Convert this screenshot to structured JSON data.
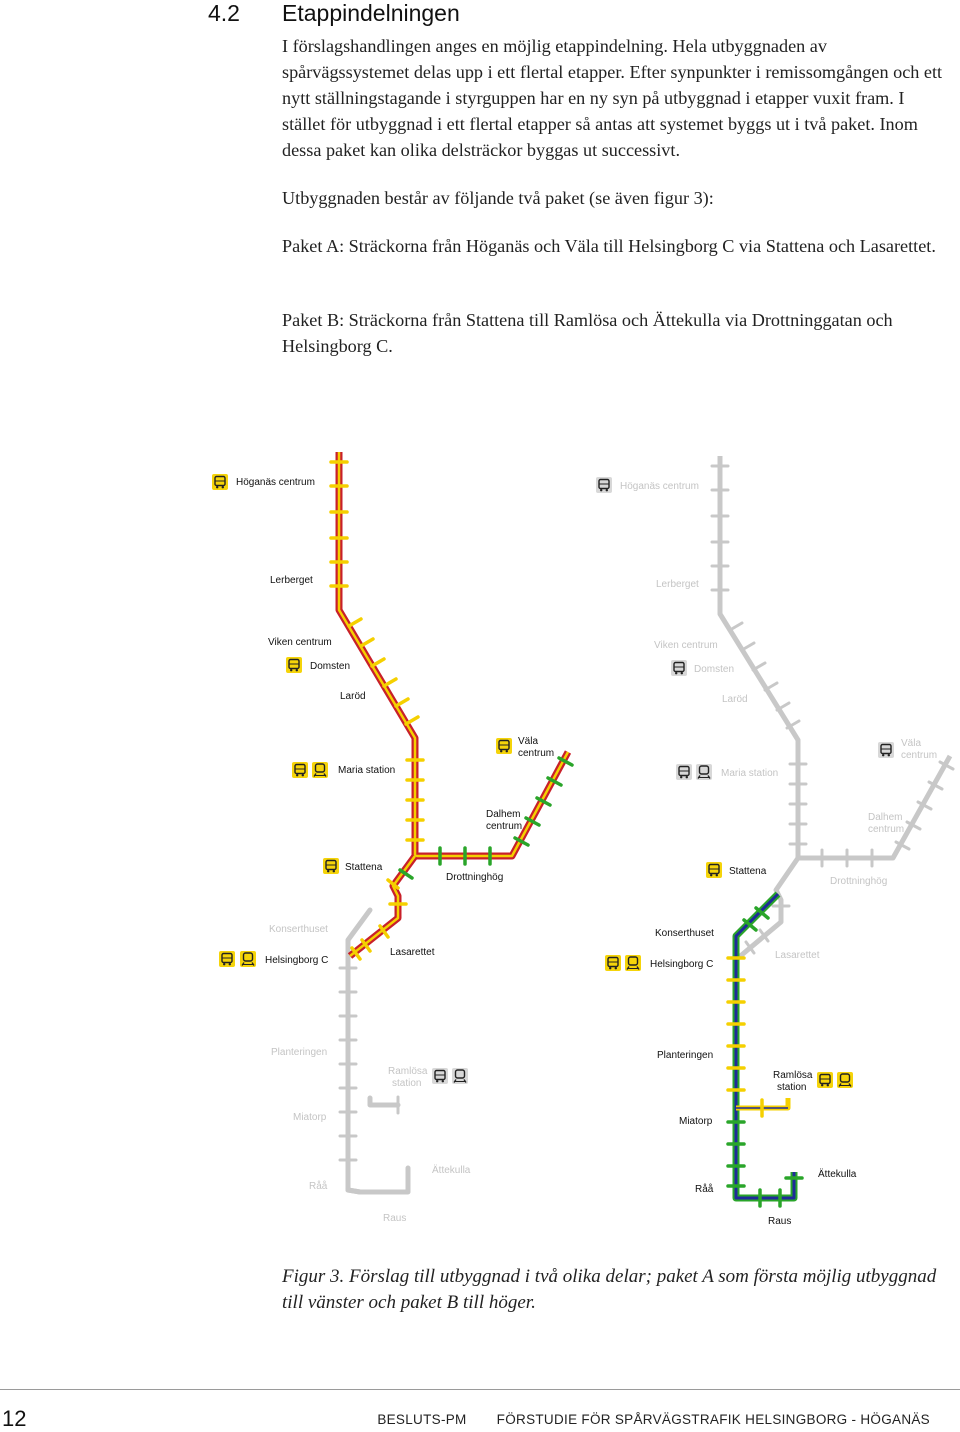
{
  "heading": {
    "number": "4.2",
    "title": "Etappindelningen"
  },
  "paragraphs": [
    "I förslagshandlingen anges en möjlig etappindelning. Hela utbyggnaden av spårvägssystemet delas upp i ett flertal etapper. Efter synpunkter i remissomgången och ett nytt ställningstagande i styrguppen har en ny syn på utbyggnad i etapper vuxit fram. I stället för utbyggnad i ett flertal etapper så antas att systemet byggs ut i två paket. Inom dessa paket kan olika delsträckor byggas ut successivt.",
    "Utbyggnaden består av följande två paket (se även figur 3):",
    "Paket A: Sträckorna från Höganäs och Väla till Helsingborg C via Stattena och Lasarettet.",
    "Paket B: Sträckorna från Stattena till Ramlösa och Ättekulla via Drottninggatan och Helsingborg C."
  ],
  "figure": {
    "caption": "Figur 3. Förslag till utbyggnad i två olika delar; paket A som första möjlig utbyggnad till vänster och paket B till höger.",
    "stations": {
      "hoganas": "Höganäs centrum",
      "lerberget": "Lerberget",
      "viken": "Viken centrum",
      "domsten": "Domsten",
      "larod": "Laröd",
      "vala1": "Väla",
      "vala2": "centrum",
      "maria": "Maria station",
      "dalhem1": "Dalhem",
      "dalhem2": "centrum",
      "stattena": "Stattena",
      "drottninghog": "Drottninghög",
      "konserthuset": "Konserthuset",
      "helsingborg": "Helsingborg C",
      "lasarettet": "Lasarettet",
      "planteringen": "Planteringen",
      "ramlosa1": "Ramlösa",
      "ramlosa2": "station",
      "miatorp": "Miatorp",
      "attekulla": "Ättekulla",
      "raa": "Råå",
      "raus": "Raus"
    },
    "colors": {
      "line_red": "#c8202a",
      "line_yellow": "#f5d000",
      "line_green": "#2aa52a",
      "line_blue": "#1f2a9a",
      "line_grey": "#c8c8c8",
      "icon_yellow": "#f5d40a"
    },
    "icons": [
      "bus-icon",
      "train-icon"
    ]
  },
  "footer": {
    "page_number": "12",
    "doc_type": "BESLUTS-PM",
    "doc_title": "FÖRSTUDIE FÖR SPÅRVÄGSTRAFIK HELSINGBORG - HÖGANÄS"
  }
}
